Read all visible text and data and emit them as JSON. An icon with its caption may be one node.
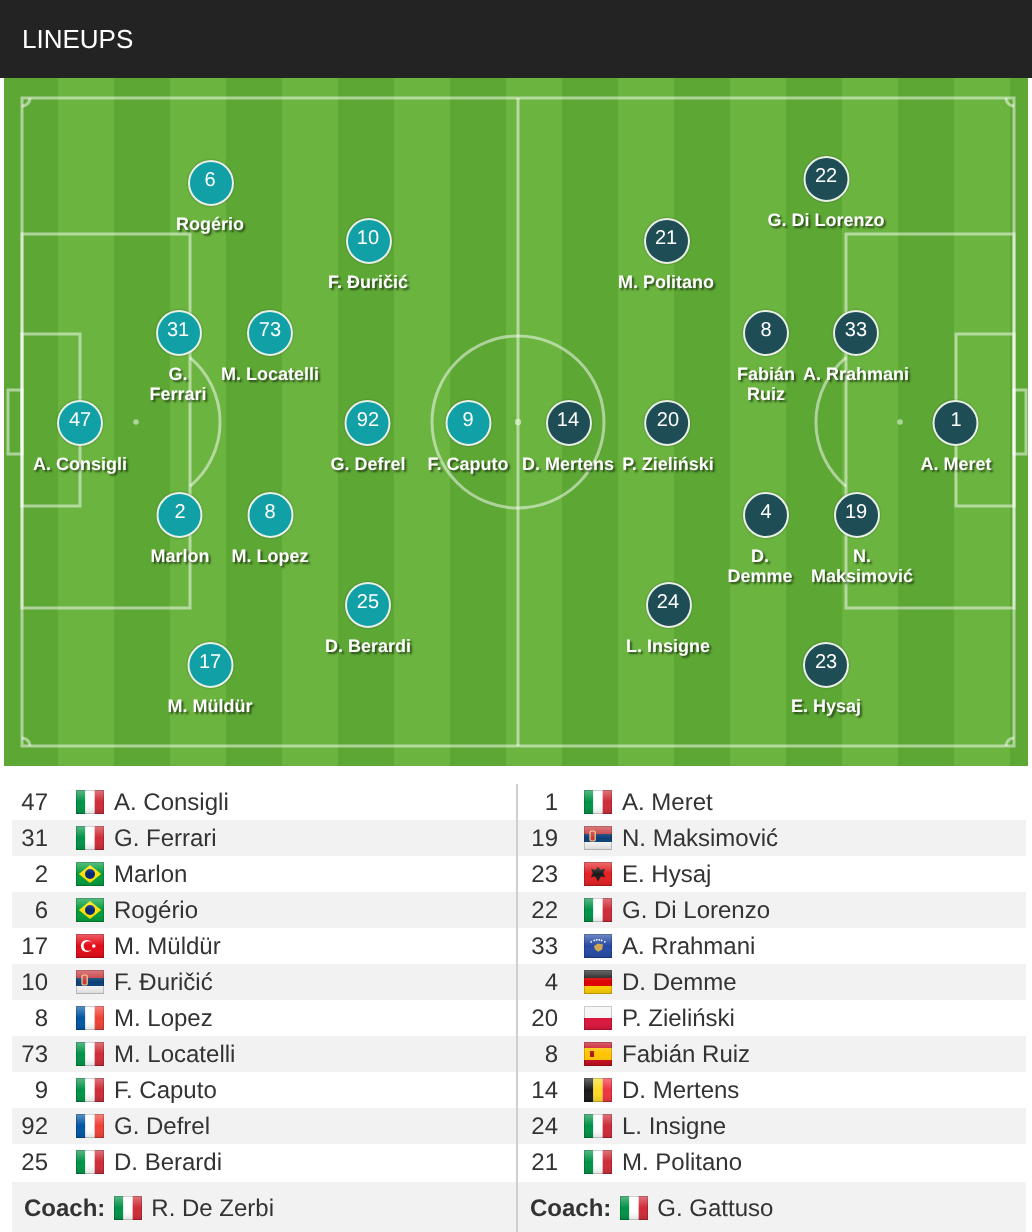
{
  "diagram": {
    "title": "LINEUPS",
    "nodes": [
      {
        "text": [],
        "shape": "box"
      },
      {
        "text": [
          "6",
          "Rogério"
        ],
        "in": 0
      },
      {
        "text": [
          "22",
          "G. Di Lorenzo"
        ],
        "in": 0
      },
      {
        "text": [
          "10",
          "F. Đuričić"
        ],
        "in": 0
      },
      {
        "text": [
          "21",
          "M. Politano"
        ],
        "in": 0
      },
      {
        "text": [
          "31",
          "G. Ferrari"
        ],
        "in": 0
      },
      {
        "text": [
          "73",
          "M. Locatelli"
        ],
        "in": 0
      },
      {
        "text": [
          "8",
          "Fabián Ruiz"
        ],
        "in": 0
      },
      {
        "text": [
          "33",
          "A. Rrahmani"
        ],
        "in": 0
      },
      {
        "text": [
          "47",
          "A. Consigli"
        ],
        "in": 0
      },
      {
        "text": [
          "92",
          "G. Defrel"
        ],
        "in": 0
      },
      {
        "text": [
          "9",
          "F. Caputo"
        ],
        "in": 0
      },
      {
        "text": [
          "14",
          "D. Mertens"
        ],
        "in": 0
      },
      {
        "text": [
          "20",
          "P. Zieliński"
        ],
        "in": 0
      },
      {
        "text": [
          "1",
          "A. Meret"
        ],
        "in": 0
      },
      {
        "text": [
          "2",
          "Marlon"
        ],
        "in": 0
      },
      {
        "text": [
          "8",
          "M. Lopez"
        ],
        "in": 0
      },
      {
        "text": [
          "4",
          "D. Demme"
        ],
        "in": 0
      },
      {
        "text": [
          "19",
          "N. Maksimović"
        ],
        "in": 0
      },
      {
        "text": [
          "25",
          "D. Berardi"
        ],
        "in": 0
      },
      {
        "text": [
          "24",
          "L. Insigne"
        ],
        "in": 0
      },
      {
        "text": [
          "17",
          "M. Müldür"
        ],
        "in": 0
      },
      {
        "text": [
          "23",
          "E. Hysaj"
        ],
        "in": 0
      }
    ],
    "labels": [
      "47",
      "A. Consigli",
      "31",
      "G. Ferrari",
      "2",
      "Marlon",
      "6",
      "Rogério",
      "17",
      "M. Müldür",
      "10",
      "F. Đuričić",
      "8",
      "M. Lopez",
      "73",
      "M. Locatelli",
      "9",
      "F. Caputo",
      "92",
      "G. Defrel",
      "25",
      "D. Berardi",
      "Coach:",
      "R. De Zerbi",
      "1",
      "A. Meret",
      "19",
      "N. Maksimović",
      "23",
      "E. Hysaj",
      "22",
      "G. Di Lorenzo",
      "33",
      "A. Rrahmani",
      "4",
      "D. Demme",
      "20",
      "P. Zieliński",
      "8",
      "Fabián Ruiz",
      "14",
      "D. Mertens",
      "24",
      "L. Insigne",
      "21",
      "M. Politano",
      "Coach:",
      "G. Gattuso"
    ]
  }
}
